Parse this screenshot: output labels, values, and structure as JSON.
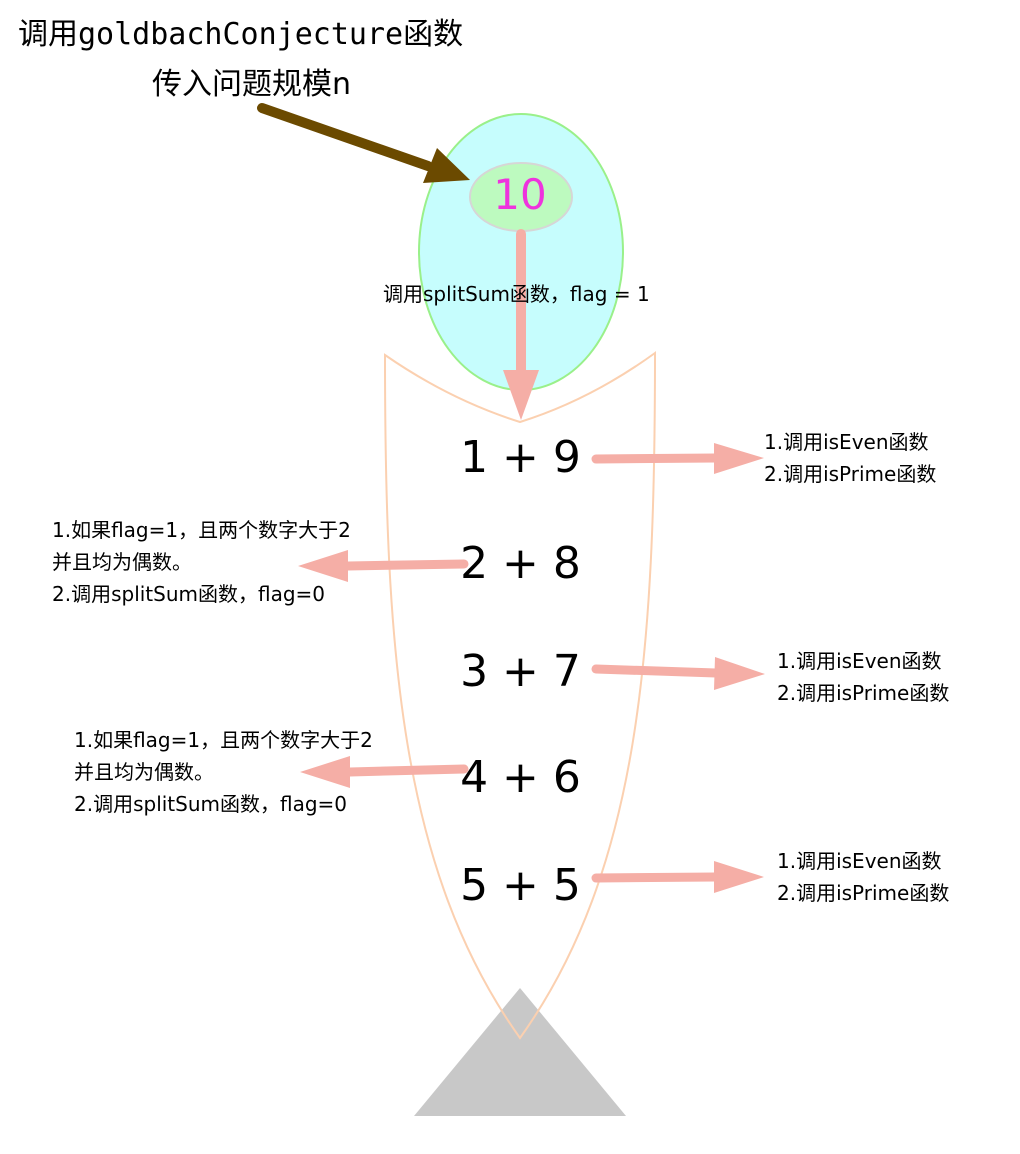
{
  "header": {
    "line1": "调用goldbachConjecture函数",
    "line2": "传入问题规模n"
  },
  "root": {
    "value": "10"
  },
  "split_call": {
    "label": "调用splitSum函数，flag = 1"
  },
  "pairs": [
    "1 + 9",
    "2 + 8",
    "3 + 7",
    "4 + 6",
    "5 + 5"
  ],
  "right_notes": [
    [
      "1.调用isEven函数",
      "2.调用isPrime函数"
    ],
    [
      "1.调用isEven函数",
      "2.调用isPrime函数"
    ],
    [
      "1.调用isEven函数",
      "2.调用isPrime函数"
    ]
  ],
  "left_notes": [
    [
      "1.如果flag=1，且两个数字大于2",
      "并且均为偶数。",
      "2.调用splitSum函数，flag=0"
    ],
    [
      "1.如果flag=1，且两个数字大于2",
      "并且均为偶数。",
      "2.调用splitSum函数，flag=0"
    ]
  ],
  "colors": {
    "egg_fill": "#c6fdfd",
    "egg_stroke": "#9af08a",
    "inner_fill": "#bdfabf",
    "inner_stroke": "#d6d6d6",
    "root_text": "#ee33dd",
    "brown_arrow": "#6b4a00",
    "pink_arrow": "#f5aea6",
    "body_stroke": "#fbd0b0",
    "base_fill": "#c8c8c8"
  }
}
